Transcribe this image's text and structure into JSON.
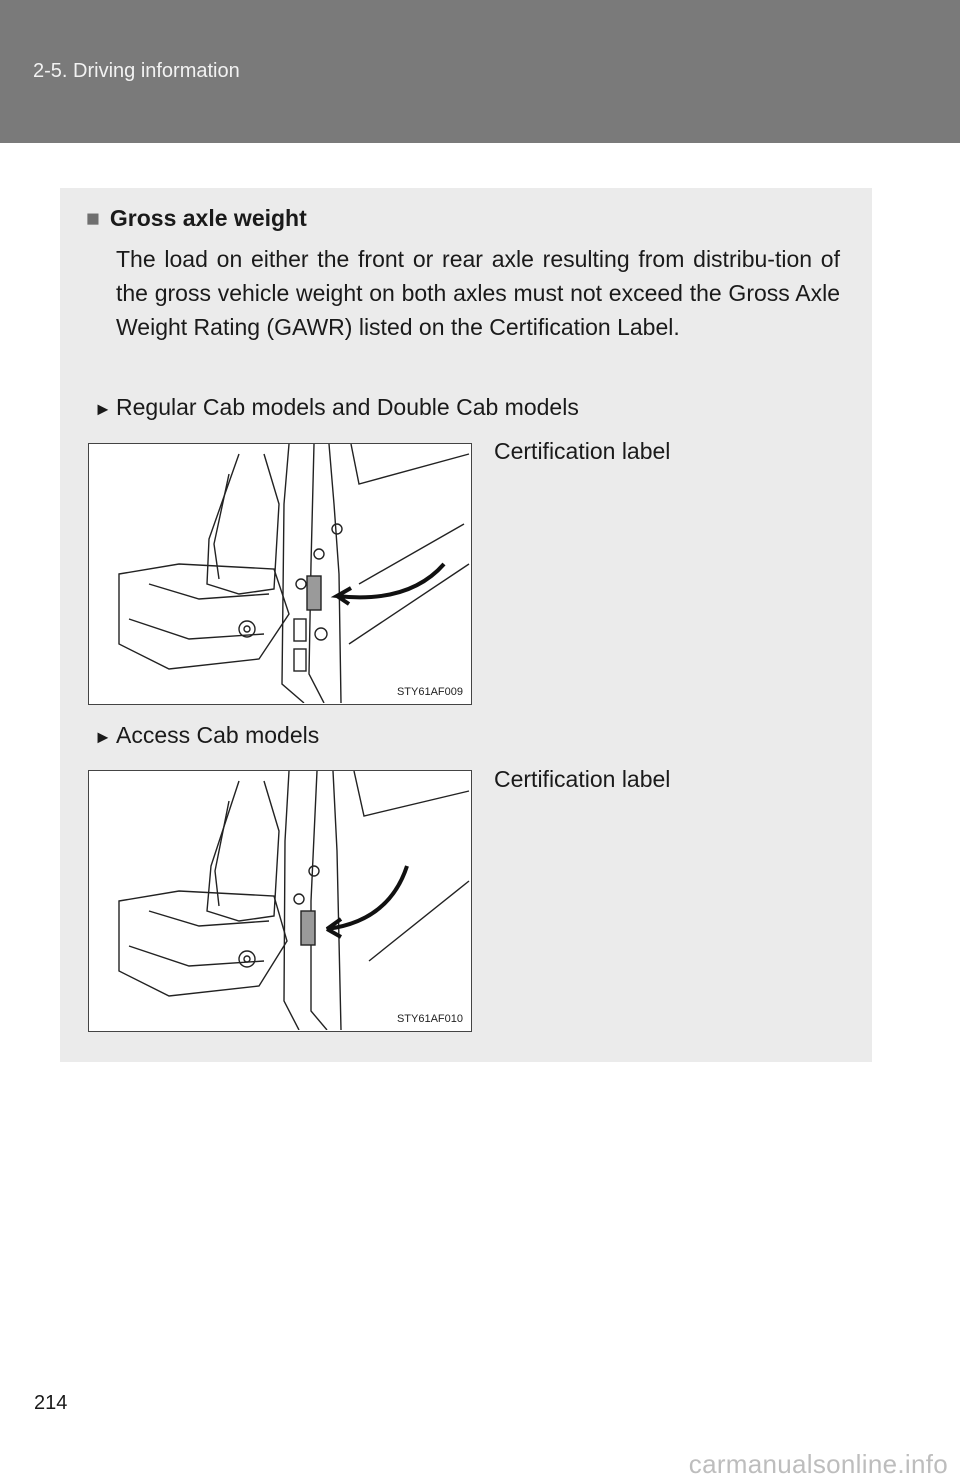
{
  "header": {
    "section": "2-5. Driving information"
  },
  "section": {
    "marker": "■",
    "title": "Gross axle weight",
    "paragraph": "The load on either the front or rear axle resulting from distribu-tion of the gross vehicle weight on both axles must not exceed the Gross Axle Weight Rating (GAWR) listed on the Certification Label."
  },
  "items": [
    {
      "bullet": "►",
      "label": "Regular Cab models and Double Cab models",
      "callout": "Certification label",
      "figure_code": "STY61AF009"
    },
    {
      "bullet": "►",
      "label": "Access Cab models",
      "callout": "Certification label",
      "figure_code": "STY61AF010"
    }
  ],
  "footer": {
    "page_number": "214",
    "watermark": "carmanualsonline.info"
  }
}
